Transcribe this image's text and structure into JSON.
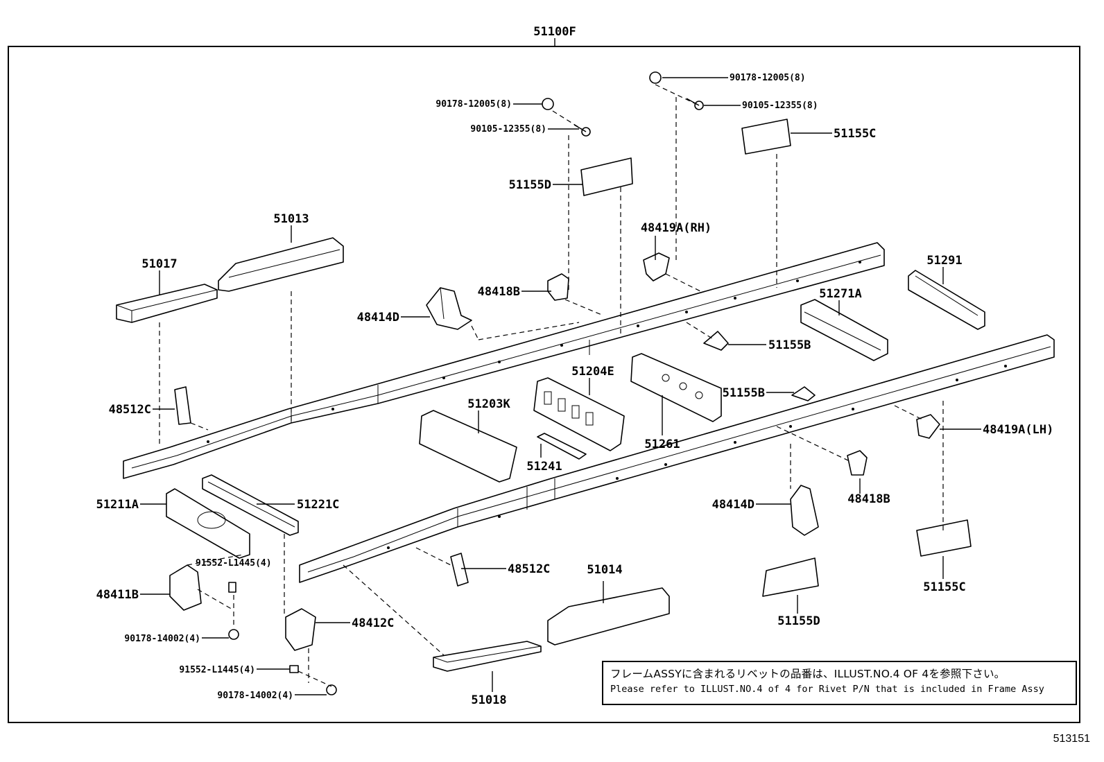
{
  "assembly": "51100F",
  "catalog_no": "513151",
  "note": {
    "jp": "フレームASSYに含まれるリベットの品番は、ILLUST.NO.4 OF 4を参照下さい。",
    "en": "Please refer to ILLUST.NO.4 of 4 for Rivet P/N that is included in Frame Assy"
  },
  "labels": {
    "p90178_12005_a": "90178-12005(8)",
    "p90105_12355_a": "90105-12355(8)",
    "p90178_12005_b": "90178-12005(8)",
    "p90105_12355_b": "90105-12355(8)",
    "p51155C_top": "51155C",
    "p51155D_top": "51155D",
    "p48419A_rh": "48419A(RH)",
    "p51013": "51013",
    "p51017": "51017",
    "p48418B_top": "48418B",
    "p48414D_top": "48414D",
    "p51291": "51291",
    "p51271A": "51271A",
    "p51155B_a": "51155B",
    "p51204E": "51204E",
    "p51203K": "51203K",
    "p51155B_b": "51155B",
    "p51261": "51261",
    "p48512C_left": "48512C",
    "p48419A_lh": "48419A(LH)",
    "p51241": "51241",
    "p51211A": "51211A",
    "p51221C": "51221C",
    "p48414D_bot": "48414D",
    "p48418B_bot": "48418B",
    "p91552_L1445_a": "91552-L1445(4)",
    "p48512C_mid": "48512C",
    "p51014": "51014",
    "p48411B": "48411B",
    "p48412C": "48412C",
    "p90178_14002_a": "90178-14002(4)",
    "p51155C_bot": "51155C",
    "p51155D_bot": "51155D",
    "p91552_L1445_b": "91552-L1445(4)",
    "p90178_14002_b": "90178-14002(4)",
    "p51018": "51018"
  }
}
